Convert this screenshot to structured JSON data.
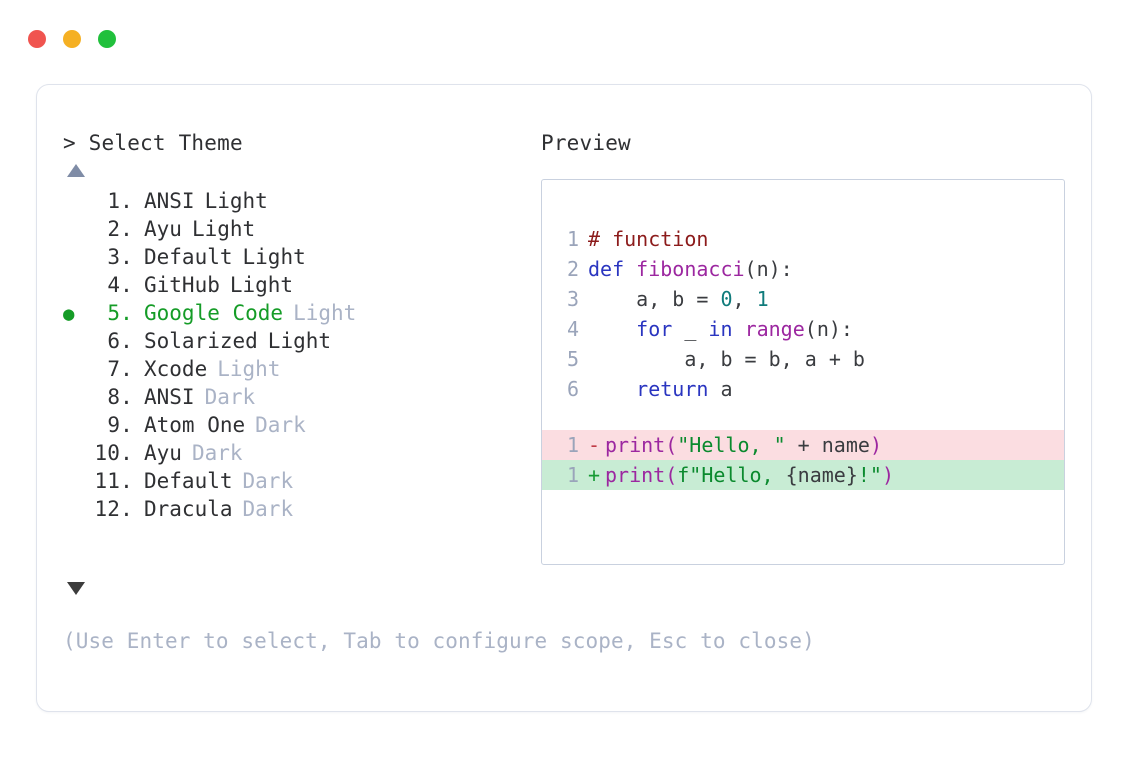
{
  "window": {
    "dots": [
      {
        "name": "close-dot",
        "color": "#f0544f"
      },
      {
        "name": "minimize-dot",
        "color": "#f5b023"
      },
      {
        "name": "maximize-dot",
        "color": "#21c03c"
      }
    ]
  },
  "picker": {
    "prompt": "> Select Theme",
    "scroll_up_icon": "triangle-up",
    "scroll_down_icon": "triangle-down",
    "selected_index": 5,
    "selected_bullet": "●",
    "items": [
      {
        "index": "1.",
        "name": "ANSI",
        "variant": "Light",
        "variant_muted": false,
        "selected": false
      },
      {
        "index": "2.",
        "name": "Ayu",
        "variant": "Light",
        "variant_muted": false,
        "selected": false
      },
      {
        "index": "3.",
        "name": "Default",
        "variant": "Light",
        "variant_muted": false,
        "selected": false
      },
      {
        "index": "4.",
        "name": "GitHub",
        "variant": "Light",
        "variant_muted": false,
        "selected": false
      },
      {
        "index": "5.",
        "name": "Google Code",
        "variant": "Light",
        "variant_muted": true,
        "selected": true
      },
      {
        "index": "6.",
        "name": "Solarized",
        "variant": "Light",
        "variant_muted": false,
        "selected": false
      },
      {
        "index": "7.",
        "name": "Xcode",
        "variant": "Light",
        "variant_muted": true,
        "selected": false
      },
      {
        "index": "8.",
        "name": "ANSI",
        "variant": "Dark",
        "variant_muted": true,
        "selected": false
      },
      {
        "index": "9.",
        "name": "Atom One",
        "variant": "Dark",
        "variant_muted": true,
        "selected": false
      },
      {
        "index": "10.",
        "name": "Ayu",
        "variant": "Dark",
        "variant_muted": true,
        "selected": false
      },
      {
        "index": "11.",
        "name": "Default",
        "variant": "Dark",
        "variant_muted": true,
        "selected": false
      },
      {
        "index": "12.",
        "name": "Dracula",
        "variant": "Dark",
        "variant_muted": true,
        "selected": false
      }
    ]
  },
  "preview": {
    "title": "Preview",
    "code_lines": [
      {
        "lineno": "1",
        "tokens": [
          {
            "t": "# function",
            "c": "tok-comment"
          }
        ]
      },
      {
        "lineno": "2",
        "tokens": [
          {
            "t": "def ",
            "c": "tok-keyword"
          },
          {
            "t": "fibonacci",
            "c": "tok-func"
          },
          {
            "t": "(n):",
            "c": "tok-plain"
          }
        ]
      },
      {
        "lineno": "3",
        "tokens": [
          {
            "t": "    a, b = ",
            "c": "tok-plain"
          },
          {
            "t": "0",
            "c": "tok-number"
          },
          {
            "t": ", ",
            "c": "tok-plain"
          },
          {
            "t": "1",
            "c": "tok-number"
          }
        ]
      },
      {
        "lineno": "4",
        "tokens": [
          {
            "t": "    ",
            "c": "tok-plain"
          },
          {
            "t": "for",
            "c": "tok-keyword"
          },
          {
            "t": " _ ",
            "c": "tok-plain"
          },
          {
            "t": "in",
            "c": "tok-keyword"
          },
          {
            "t": " ",
            "c": "tok-plain"
          },
          {
            "t": "range",
            "c": "tok-func"
          },
          {
            "t": "(n):",
            "c": "tok-plain"
          }
        ]
      },
      {
        "lineno": "5",
        "tokens": [
          {
            "t": "        a, b = b, a + b",
            "c": "tok-plain"
          }
        ]
      },
      {
        "lineno": "6",
        "tokens": [
          {
            "t": "    ",
            "c": "tok-plain"
          },
          {
            "t": "return",
            "c": "tok-keyword"
          },
          {
            "t": " a",
            "c": "tok-plain"
          }
        ]
      }
    ],
    "diff_lines": [
      {
        "lineno": "1",
        "kind": "del",
        "mark": "-",
        "tokens": [
          {
            "t": "print",
            "c": "tok-func"
          },
          {
            "t": "(",
            "c": "tok-punct"
          },
          {
            "t": "\"Hello, \"",
            "c": "tok-string"
          },
          {
            "t": " + name",
            "c": "tok-plain"
          },
          {
            "t": ")",
            "c": "tok-punct"
          }
        ]
      },
      {
        "lineno": "1",
        "kind": "add",
        "mark": "+",
        "tokens": [
          {
            "t": "print",
            "c": "tok-func"
          },
          {
            "t": "(",
            "c": "tok-punct"
          },
          {
            "t": "f\"Hello, ",
            "c": "tok-string"
          },
          {
            "t": "{name}",
            "c": "tok-plain"
          },
          {
            "t": "!\"",
            "c": "tok-string"
          },
          {
            "t": ")",
            "c": "tok-punct"
          }
        ]
      }
    ]
  },
  "footer": {
    "hint": "(Use Enter to select, Tab to configure scope, Esc to close)"
  },
  "colors": {
    "accent_green": "#159c27",
    "muted_text": "#aab3c6",
    "body_text": "#2f3033",
    "border": "#dfe3ec",
    "code_border": "#c9d1df",
    "diff_del_bg": "#fbdde1",
    "diff_add_bg": "#c8ecd4"
  }
}
